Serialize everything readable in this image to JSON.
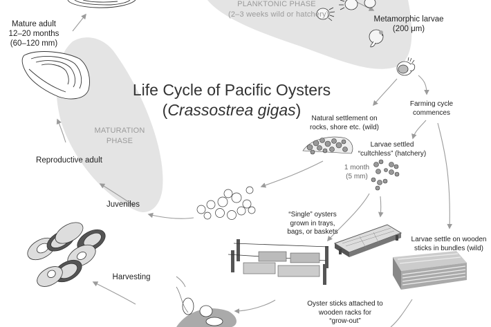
{
  "title": {
    "line1": "Life Cycle of Pacific Oysters",
    "paren_open": "(",
    "scientific_name": "Crassostrea gigas",
    "paren_close": ")"
  },
  "phases": {
    "planktonic": {
      "name": "PLANKTONIC PHASE",
      "duration": "(2–3 weeks wild or hatchery)"
    },
    "maturation": {
      "line1": "MATURATION",
      "line2": "PHASE"
    }
  },
  "stages": {
    "mature_adult": {
      "label": "Mature adult",
      "detail1": "12–20 months",
      "detail2": "(60–120 mm)"
    },
    "metamorphic_larvae": {
      "label": "Metamorphic larvae",
      "detail": "(200 μm)"
    },
    "reproductive_adult": {
      "label": "Reproductive adult"
    },
    "juveniles": {
      "label": "Juveniles"
    },
    "harvesting": {
      "label": "Harvesting"
    },
    "natural_settlement": {
      "line1": "Natural settlement on",
      "line2": "rocks, shore etc. (wild)"
    },
    "farming_cycle": {
      "line1": "Farming cycle",
      "line2": "commences"
    },
    "larvae_cultchless": {
      "line1": "Larvae settled",
      "line2": "“cultchless” (hatchery)"
    },
    "spat_age": {
      "line1": "1 month",
      "line2": "(5 mm)"
    },
    "single_oysters": {
      "line1": "“Single” oysters",
      "line2": "grown in trays,",
      "line3": "bags, or baskets"
    },
    "wooden_sticks": {
      "line1": "Larvae settle on wooden",
      "line2": "sticks in bundles (wild)"
    },
    "oyster_sticks": {
      "line1": "Oyster sticks attached to",
      "line2": "wooden racks for",
      "line3": "“grow-out”"
    }
  },
  "colors": {
    "phase_fill": "#e4e4e4",
    "arrow": "#9b9b9b",
    "ink": "#333333",
    "dark_gray": "#555555"
  }
}
